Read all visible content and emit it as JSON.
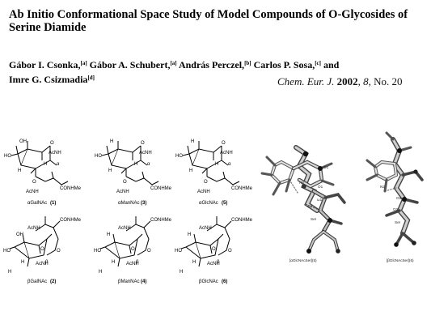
{
  "paper": {
    "title": "Ab Initio Conformational Space Study of Model Compounds of O-Glycosides of Serine Diamide",
    "authors": [
      {
        "name": "Gábor I. Csonka,",
        "aff": "[a]"
      },
      {
        "name": "Gábor A. Schubert,",
        "aff": "[a]"
      },
      {
        "name": "András Perczel,",
        "aff": "[b]"
      },
      {
        "name": "Carlos P. Sosa,",
        "aff": "[c]"
      },
      {
        "name": "Imre G. Csizmadia",
        "aff": "[d]"
      }
    ],
    "and_word": "and",
    "citation": {
      "journal": "Chem. Eur. J.",
      "year": "2002",
      "volume": "8",
      "issue": "No. 20"
    }
  },
  "structures": [
    {
      "name": "αGalNAc",
      "num": "(1)",
      "atoms": {
        "a1": "OH",
        "a2": "HO",
        "a3": "O",
        "a4": "H",
        "a5": "AcNH",
        "a6": "H",
        "a7": "O",
        "sub1": "α",
        "sub2": "CONHMe",
        "sub3": "AcNH"
      }
    },
    {
      "name": "αManNAc",
      "num": "(3)",
      "atoms": {
        "a1": "H",
        "a2": "HO",
        "a3": "O",
        "a4": "H",
        "a5": "AcNH",
        "a6": "H",
        "a7": "O",
        "sub1": "α",
        "sub2": "CONHMe",
        "sub3": "AcNH"
      }
    },
    {
      "name": "αGlcNAc",
      "num": "(5)",
      "atoms": {
        "a1": "H",
        "a2": "HO",
        "a3": "O",
        "a4": "H",
        "a5": "AcNH",
        "a6": "H",
        "a7": "O",
        "sub1": "α",
        "sub2": "CONHMe",
        "sub3": "AcNH"
      }
    },
    {
      "name": "βGalNAc",
      "num": "(2)",
      "atoms": {
        "a1": "OH",
        "a2": "HO",
        "a3": "O",
        "a4": "H",
        "a5": "AcNH",
        "a6": "H",
        "a7": "O",
        "sub1": "β",
        "sub2": "CONHMe",
        "sub3": "AcNH"
      }
    },
    {
      "name": "βManNAc",
      "num": "(4)",
      "atoms": {
        "a1": "H",
        "a2": "HO",
        "a3": "O",
        "a4": "H",
        "a5": "AcNH",
        "a6": "H",
        "a7": "O",
        "sub1": "β",
        "sub2": "CONHMe",
        "sub3": "AcNH"
      }
    },
    {
      "name": "βGlcNAc",
      "num": "(6)",
      "atoms": {
        "a1": "H",
        "a2": "HO",
        "a3": "O",
        "a4": "H",
        "a5": "AcNH",
        "a6": "H",
        "a7": "O",
        "sub1": "β",
        "sub2": "CONHMe",
        "sub3": "AcNH"
      }
    }
  ],
  "models3d": [
    {
      "caption": "[αGlcNAcSer](5)",
      "labels": [
        "O1",
        "O1",
        "N2",
        "Ser",
        "ω1",
        "ω2"
      ]
    },
    {
      "caption": "[βGlcNAcSer](6)",
      "labels": [
        "N2",
        "O2",
        "O2",
        "Ser"
      ]
    }
  ]
}
